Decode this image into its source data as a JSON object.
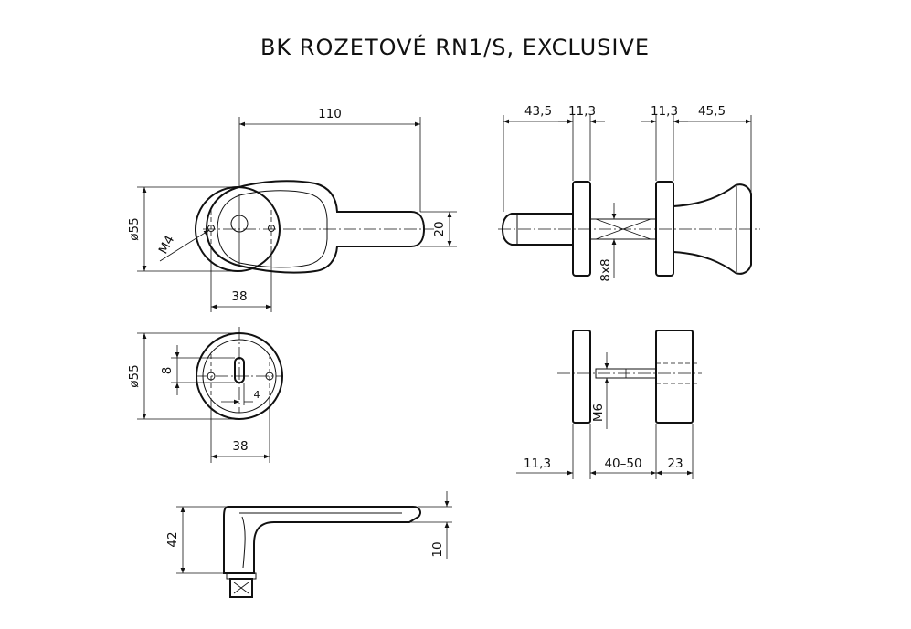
{
  "title": "BK ROZETOVÉ RN1/S, EXCLUSIVE",
  "front_view": {
    "width_label": "110",
    "diameter_label": "ø55",
    "height_label": "20",
    "thread_label": "M4",
    "bottom_label": "38"
  },
  "side_view_top": {
    "left_label": "43,5",
    "rosette_left_label": "11,3",
    "rosette_right_label": "11,3",
    "right_label": "45,5",
    "square_label": "8x8"
  },
  "key_rosette_view": {
    "diameter_label": "ø55",
    "slot_label": "8",
    "offset_label": "4",
    "bottom_label": "38"
  },
  "side_view_bottom": {
    "thread_label": "M6",
    "left_label": "11,3",
    "middle_label": "40–50",
    "right_label": "23"
  },
  "lever_view": {
    "height_label": "42",
    "thickness_label": "10"
  },
  "colors": {
    "line": "#111111",
    "background": "#ffffff"
  }
}
